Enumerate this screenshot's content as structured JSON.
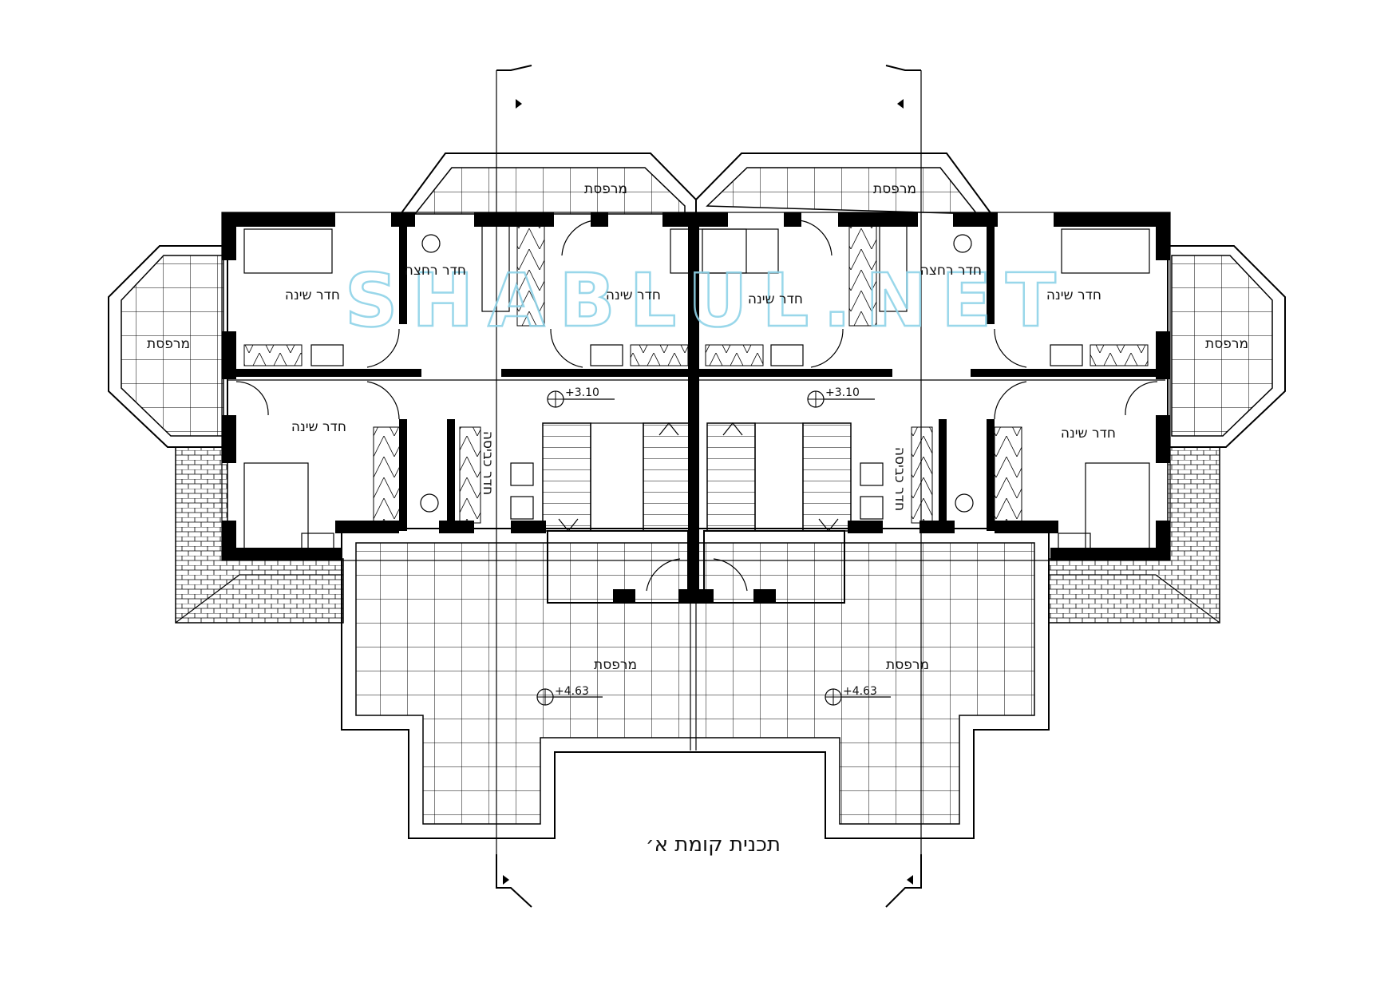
{
  "plan": {
    "title": "תכנית קומת א׳",
    "watermark": "SHABLUL.NET",
    "rooms": {
      "balcony_top_left": "מרפסת",
      "balcony_top_right": "מרפסת",
      "balcony_left": "מרפסת",
      "balcony_right": "מרפסת",
      "balcony_bottom_left": "מרפסת",
      "balcony_bottom_right": "מרפסת",
      "bed_1": "חדר שינה",
      "bed_2": "חדר שינה",
      "bed_3": "חדר שינה",
      "bed_4": "חדר שינה",
      "bed_5": "חדר שינה",
      "bed_6": "חדר שינה",
      "bath_left": "חדר רחצה",
      "bath_right": "חדר רחצה",
      "laundry_left": "חדר כביסה",
      "laundry_right": "חדר כביסה"
    },
    "levels": {
      "upper_left": "+3.10",
      "upper_right": "+3.10",
      "lower_left": "+4.63",
      "lower_right": "+4.63"
    }
  }
}
